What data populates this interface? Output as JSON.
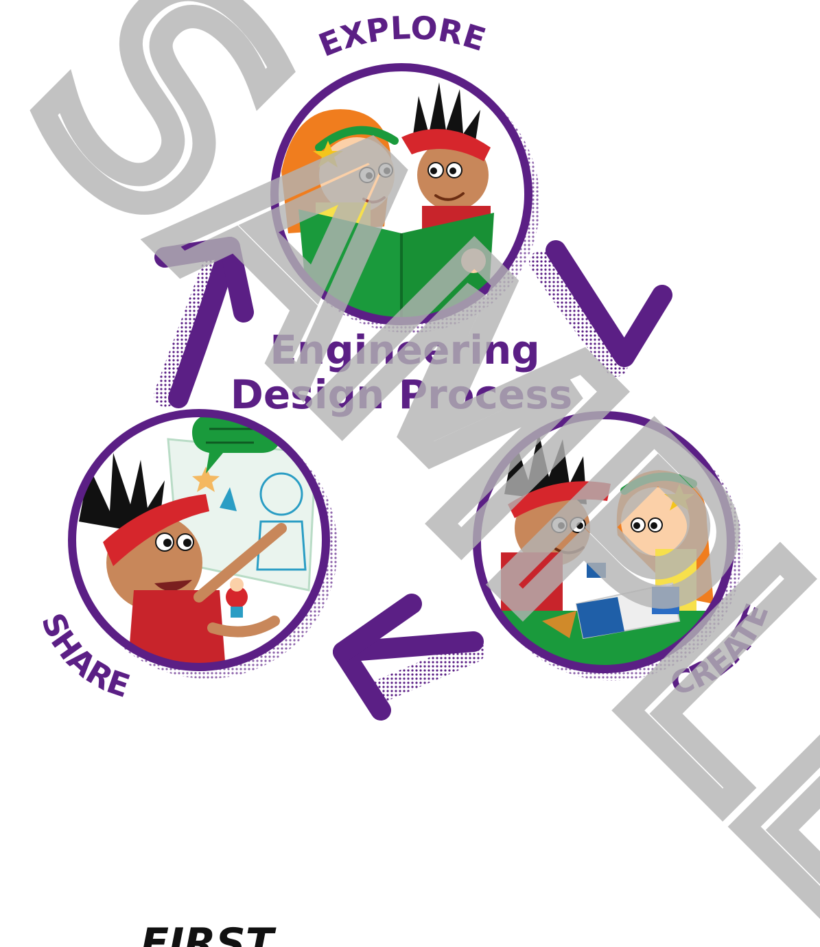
{
  "diagram": {
    "title_line1": "Engineering",
    "title_line2": "Design Process",
    "stages": {
      "explore": {
        "label": "EXPLORE"
      },
      "create": {
        "label": "CREATE"
      },
      "share": {
        "label": "SHARE"
      }
    }
  },
  "watermark": {
    "text": "SAMPLE"
  },
  "footer": {
    "logo_text": "FIRST"
  },
  "colors": {
    "purple": "#5b1f85",
    "green": "#1a9a3c",
    "red": "#d6262c",
    "orange": "#f07d1e",
    "skin_light": "#fbd0a8",
    "skin_dark": "#c8875a",
    "watermark": "#b3b3b3"
  },
  "icons": {
    "cycle_arrows": "purple-curved-arrow-icon",
    "explore_scene": "kids-reading-book-icon",
    "create_scene": "kids-building-bricks-icon",
    "share_scene": "kid-presenting-drawing-icon"
  }
}
